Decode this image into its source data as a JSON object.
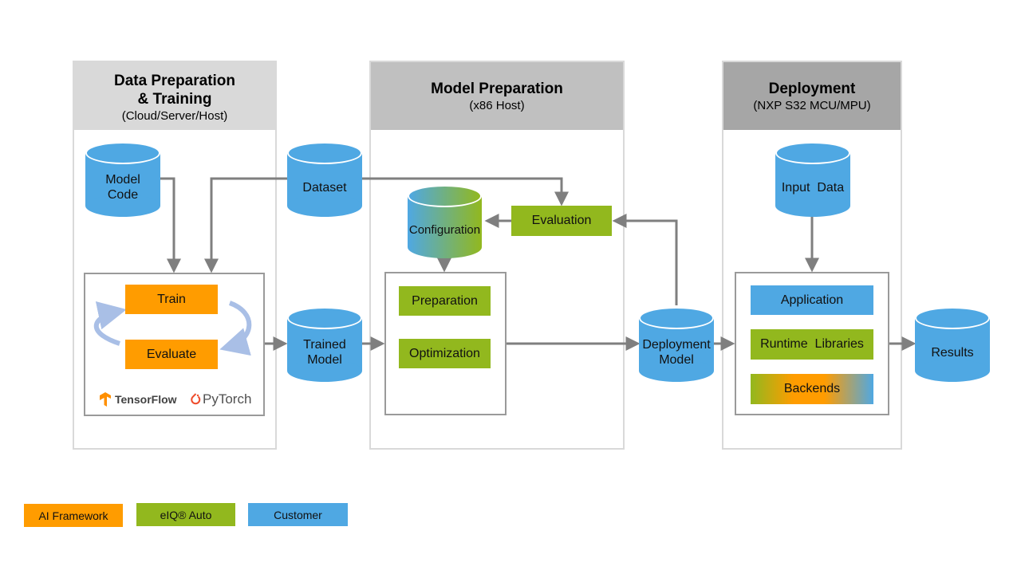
{
  "sections": {
    "data_prep": {
      "title": "Data Preparation\n& Training",
      "subtitle": "(Cloud/Server/Host)"
    },
    "model_prep": {
      "title": "Model Preparation",
      "subtitle": "(x86 Host)"
    },
    "deployment": {
      "title": "Deployment",
      "subtitle": "(NXP S32 MCU/MPU)"
    }
  },
  "cylinders": {
    "model_code": "Model\nCode",
    "dataset": "Dataset",
    "trained_model": "Trained\nModel",
    "configuration": "Configuration",
    "deployment_model": "Deployment\nModel",
    "input_data": "Input  Data",
    "results": "Results"
  },
  "boxes": {
    "train": "Train",
    "evaluate": "Evaluate",
    "evaluation": "Evaluation",
    "preparation": "Preparation",
    "optimization": "Optimization",
    "application": "Application",
    "runtime_libraries": "Runtime  Libraries",
    "backends": "Backends"
  },
  "logos": {
    "tensorflow": "TensorFlow",
    "pytorch": "PyTorch"
  },
  "legend": {
    "ai_framework": "AI Framework",
    "eiq_auto": "eIQ® Auto",
    "customer": "Customer"
  },
  "colors": {
    "ai_framework": "#ff9c00",
    "eiq_auto": "#92b81e",
    "customer": "#4fa8e3",
    "arrow": "#7f7f7f"
  }
}
